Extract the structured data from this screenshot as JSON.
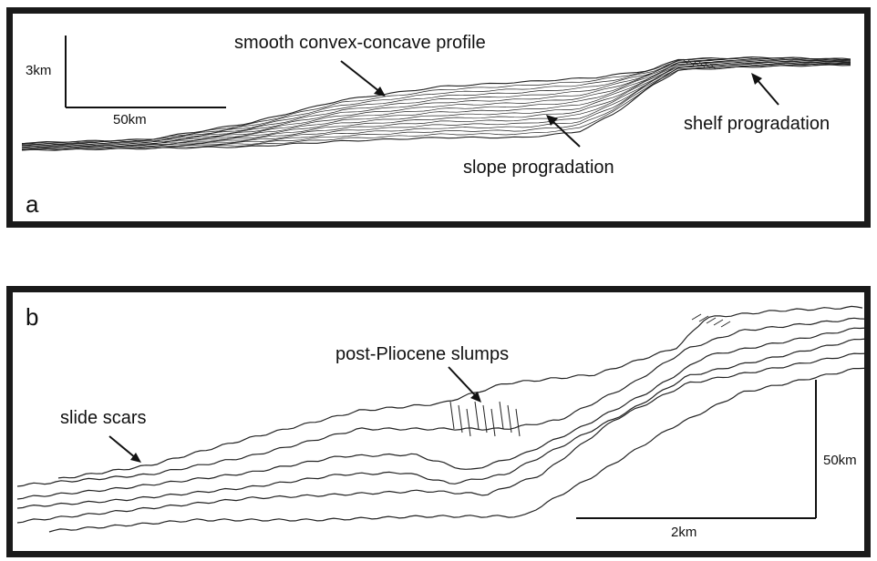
{
  "panel_a": {
    "letter": "a",
    "labels": {
      "smooth_profile": "smooth convex-concave profile",
      "shelf": "shelf progradation",
      "slope": "slope progradation"
    },
    "scale": {
      "vertical": "3km",
      "horizontal": "50km"
    }
  },
  "panel_b": {
    "letter": "b",
    "labels": {
      "slumps": "post-Pliocene slumps",
      "scars": "slide scars"
    },
    "scale": {
      "vertical": "50km",
      "horizontal": "2km"
    }
  },
  "colors": {
    "ink": "#111111",
    "frame": "#1a1a1a",
    "background": "#ffffff"
  }
}
